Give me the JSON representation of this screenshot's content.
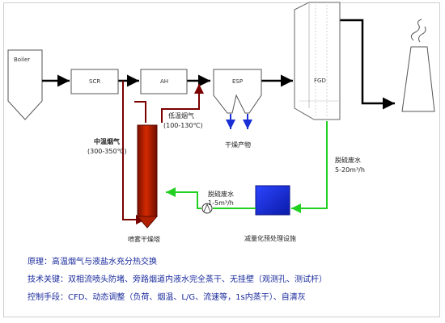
{
  "equipment": {
    "boiler": "Boiler",
    "scr": "SCR",
    "ah": "AH",
    "esp": "ESP",
    "fgd": "FGD",
    "dryer_tower": "喷雾干燥塔",
    "pretreatment": "减量化预处理设施"
  },
  "flows": {
    "low_temp_gas": "低温烟气",
    "low_temp_range": "(100-130℃)",
    "mid_temp_gas": "中温烟气",
    "mid_temp_range": "(300-350℃)",
    "dry_product": "干燥产物",
    "fgd_wastewater": "脱硫废水",
    "fgd_wastewater_rate": "5-20m³/h",
    "treated_wastewater": "脱硫废水",
    "treated_wastewater_rate": "1-5m³/h"
  },
  "notes": [
    "原理：高温烟气与液盐水充分热交换",
    "技术关键：双相流喷头防堵、旁路烟道内液水完全蒸干、无挂壁（观测孔、测试杆）",
    "控制手段：CFD、动态调整（负荷、烟温、L/G、流速等，1s内蒸干）、自清灰"
  ],
  "colors": {
    "gas_line": "#7a0000",
    "water_green": "#22d022",
    "tank_blue": "#1a2fd6",
    "dryer_red": "#c01e00",
    "arrow_blue": "#1a2fd6",
    "notes_text": "#1a2b9c"
  }
}
